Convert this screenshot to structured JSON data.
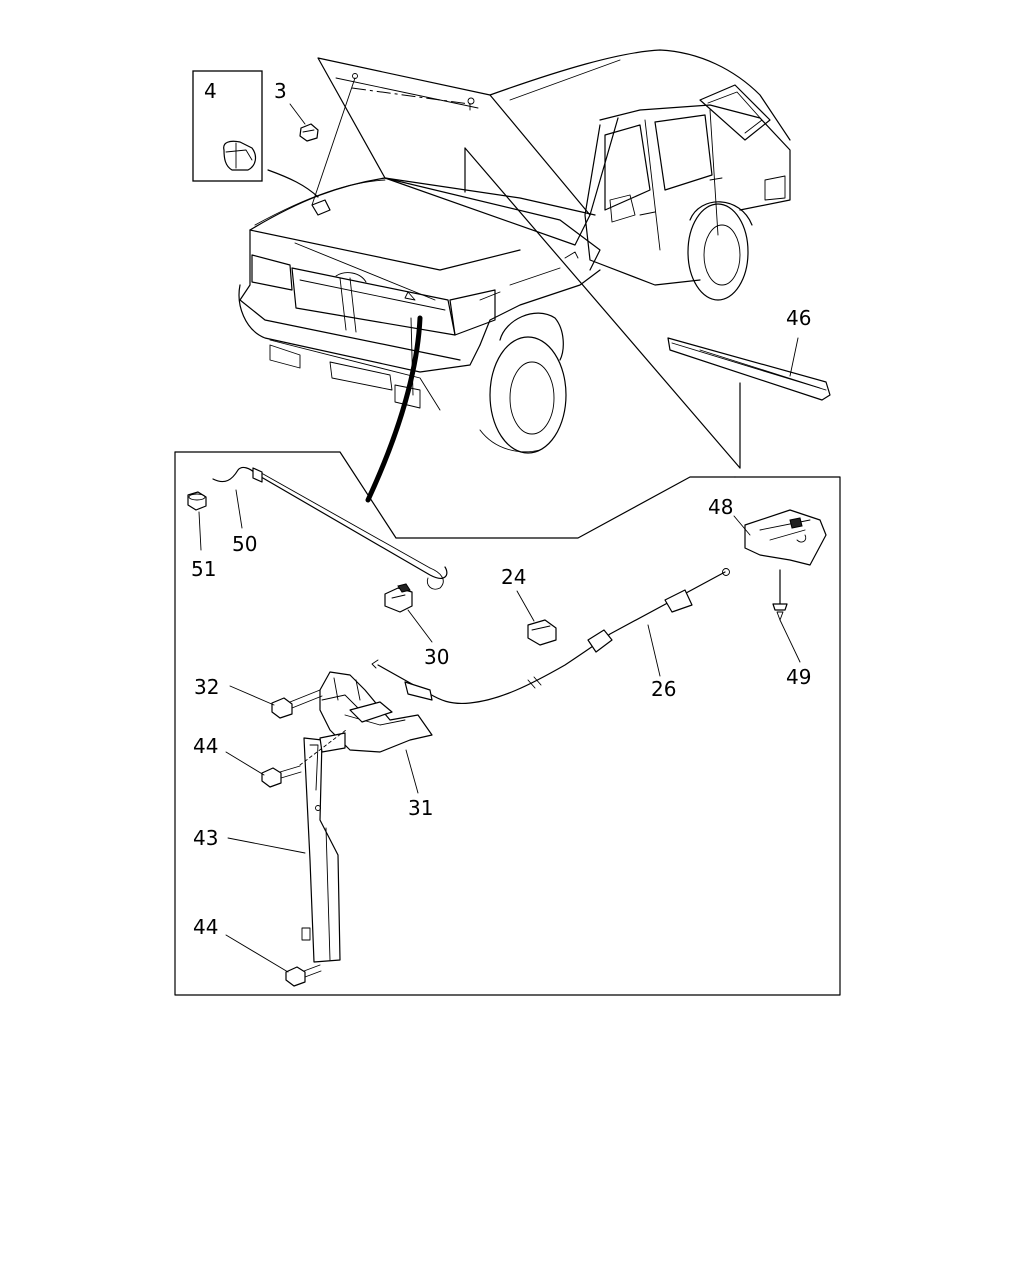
{
  "diagram": {
    "callouts": {
      "c4": "4",
      "c3": "3",
      "c46": "46",
      "c48": "48",
      "c50": "50",
      "c51": "51",
      "c24": "24",
      "c30": "30",
      "c32": "32",
      "c26": "26",
      "c49": "49",
      "c44a": "44",
      "c31": "31",
      "c43": "43",
      "c44b": "44"
    }
  }
}
